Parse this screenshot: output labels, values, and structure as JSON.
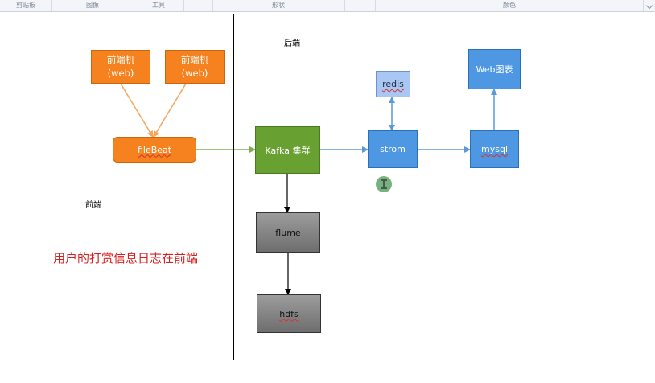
{
  "ribbon": {
    "groups": [
      "剪贴板",
      "图像",
      "工具",
      "形状",
      "颜色"
    ]
  },
  "diagram": {
    "front_label": "前端",
    "back_label": "后端",
    "note": "用户的打赏信息日志在前端",
    "web1": {
      "line1": "前端机",
      "line2": "(web)"
    },
    "web2": {
      "line1": "前端机",
      "line2": "(web)"
    },
    "filebeat": "fileBeat",
    "kafka": "Kafka 集群",
    "strom": "strom",
    "redis": "redis",
    "mysql": "mysql",
    "web_chart": "Web图表",
    "flume": "flume",
    "hdfs": "hdfs"
  },
  "colors": {
    "frontend_box": "#f5821f",
    "kafka_box": "#69a032",
    "backend_box": "#4d97e3",
    "redis_box": "#a9c7f2",
    "storage_box": "#808080",
    "arrow_orange": "#f5a55a",
    "arrow_blue": "#5a9ad8",
    "arrow_green": "#7fae4f",
    "note_text": "#d82020"
  },
  "icons": {
    "cursor": "text-cursor-icon"
  }
}
